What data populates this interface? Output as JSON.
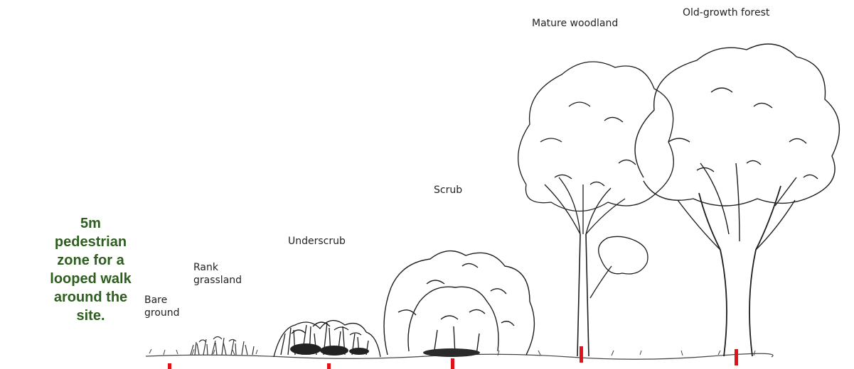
{
  "side_note": {
    "lines": [
      "5m",
      "pedestrian",
      "zone for a",
      "looped walk",
      "around the",
      "site."
    ]
  },
  "stages": [
    {
      "id": "bare-ground",
      "lines": [
        "Bare",
        "ground"
      ]
    },
    {
      "id": "rank-grassland",
      "lines": [
        "Rank",
        "grassland"
      ]
    },
    {
      "id": "underscrub",
      "lines": [
        "Underscrub"
      ]
    },
    {
      "id": "scrub",
      "lines": [
        "Scrub"
      ]
    },
    {
      "id": "mature-woodland",
      "lines": [
        "Mature woodland"
      ]
    },
    {
      "id": "old-growth-forest",
      "lines": [
        "Old-growth forest"
      ]
    }
  ],
  "colors": {
    "side_note_text": "#2e5e1f",
    "marker": "#e0131b",
    "ink": "#222222"
  }
}
